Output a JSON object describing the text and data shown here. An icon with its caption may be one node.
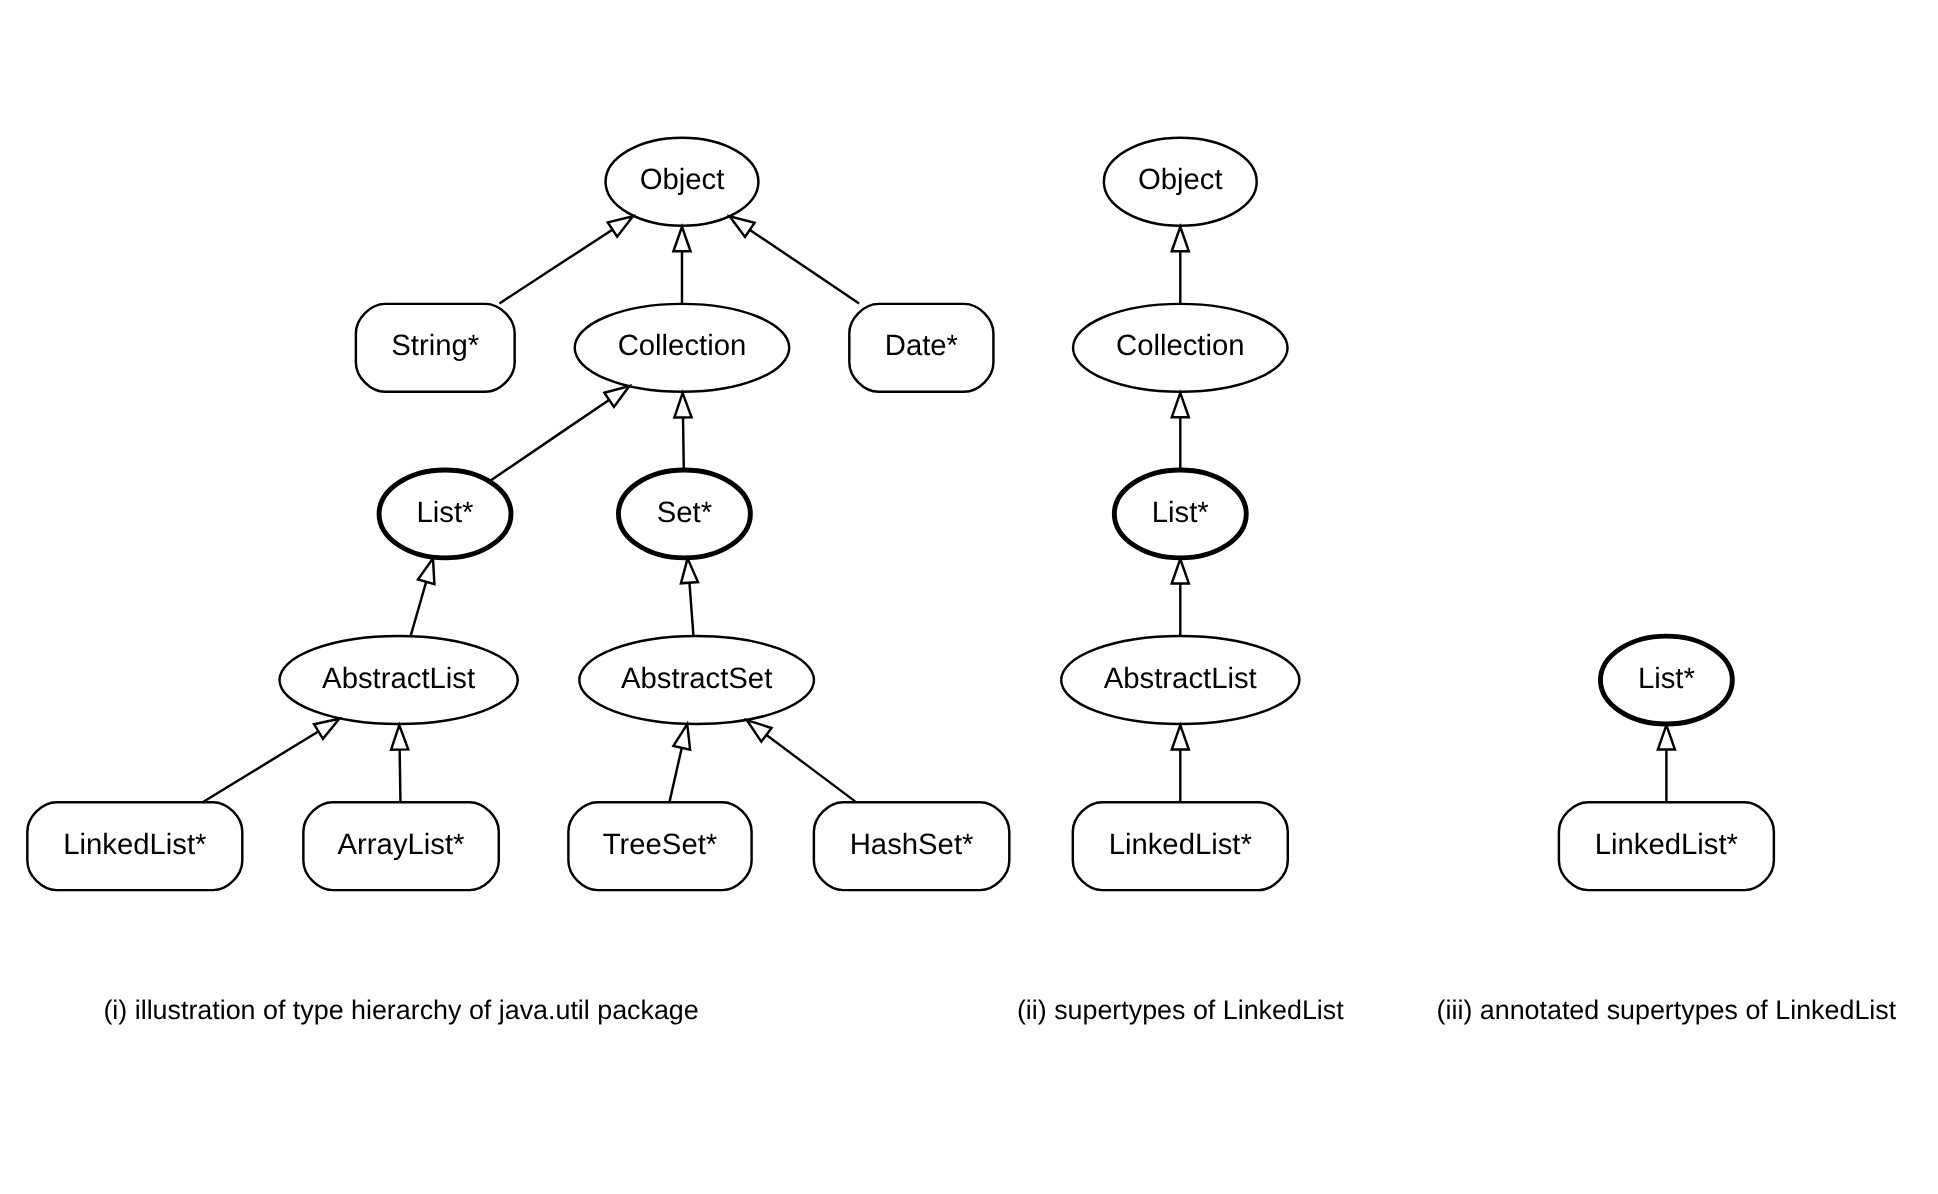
{
  "diagram": {
    "nodes": [
      {
        "text": [
          "Object"
        ]
      },
      {
        "text": [
          "String*"
        ]
      },
      {
        "text": [
          "Collection"
        ]
      },
      {
        "text": [
          "Date*"
        ]
      },
      {
        "text": [
          "List*"
        ]
      },
      {
        "text": [
          "Set*"
        ]
      },
      {
        "text": [
          "AbstractList"
        ]
      },
      {
        "text": [
          "AbstractSet"
        ]
      },
      {
        "text": [
          "LinkedList*"
        ]
      },
      {
        "text": [
          "ArrayList*"
        ]
      },
      {
        "text": [
          "TreeSet*"
        ]
      },
      {
        "text": [
          "HashSet*"
        ]
      },
      {
        "text": [
          "Object"
        ]
      },
      {
        "text": [
          "Collection"
        ]
      },
      {
        "text": [
          "List*"
        ]
      },
      {
        "text": [
          "AbstractList"
        ]
      },
      {
        "text": [
          "LinkedList*"
        ]
      },
      {
        "text": [
          "List*"
        ]
      },
      {
        "text": [
          "LinkedList*"
        ]
      }
    ],
    "edges": [
      {
        "from": 1,
        "to": 0,
        "arrow": "to"
      },
      {
        "from": 2,
        "to": 0,
        "arrow": "to"
      },
      {
        "from": 3,
        "to": 0,
        "arrow": "to"
      },
      {
        "from": 4,
        "to": 2,
        "arrow": "to"
      },
      {
        "from": 5,
        "to": 2,
        "arrow": "to"
      },
      {
        "from": 6,
        "to": 4,
        "arrow": "to"
      },
      {
        "from": 7,
        "to": 5,
        "arrow": "to"
      },
      {
        "from": 8,
        "to": 6,
        "arrow": "to"
      },
      {
        "from": 9,
        "to": 6,
        "arrow": "to"
      },
      {
        "from": 10,
        "to": 7,
        "arrow": "to"
      },
      {
        "from": 11,
        "to": 7,
        "arrow": "to"
      },
      {
        "from": 13,
        "to": 12,
        "arrow": "to"
      },
      {
        "from": 14,
        "to": 13,
        "arrow": "to"
      },
      {
        "from": 15,
        "to": 14,
        "arrow": "to"
      },
      {
        "from": 16,
        "to": 15,
        "arrow": "to"
      },
      {
        "from": 18,
        "to": 17,
        "arrow": "to"
      }
    ],
    "labels": [
      "(i) illustration of type hierarchy of java.util package",
      "(ii) supertypes of LinkedList",
      "(iii) annotated supertypes of LinkedList"
    ]
  }
}
